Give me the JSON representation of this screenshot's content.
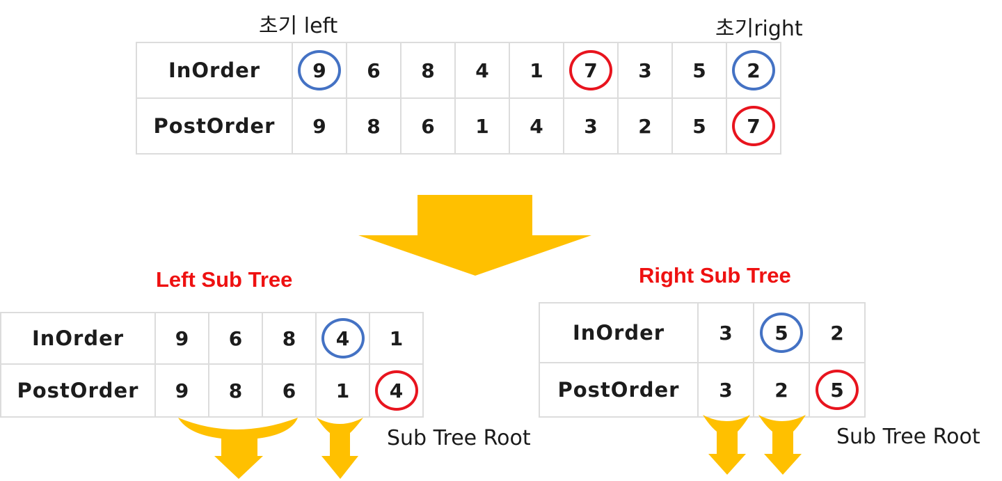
{
  "top": {
    "label_left": "초기 left",
    "label_right": "초기right",
    "rows": [
      {
        "header": "InOrder",
        "values": [
          "9",
          "6",
          "8",
          "4",
          "1",
          "7",
          "3",
          "5",
          "2"
        ],
        "marks": [
          "blue",
          "",
          "",
          "",
          "",
          "red",
          "",
          "",
          "blue"
        ]
      },
      {
        "header": "PostOrder",
        "values": [
          "9",
          "8",
          "6",
          "1",
          "4",
          "3",
          "2",
          "5",
          "7"
        ],
        "marks": [
          "",
          "",
          "",
          "",
          "",
          "",
          "",
          "",
          "red"
        ]
      }
    ]
  },
  "left_subtree": {
    "title": "Left Sub Tree",
    "rows": [
      {
        "header": "InOrder",
        "values": [
          "9",
          "6",
          "8",
          "4",
          "1"
        ],
        "marks": [
          "",
          "",
          "",
          "blue",
          ""
        ]
      },
      {
        "header": "PostOrder",
        "values": [
          "9",
          "8",
          "6",
          "1",
          "4"
        ],
        "marks": [
          "",
          "",
          "",
          "",
          "red"
        ]
      }
    ],
    "caption": "Sub Tree Root"
  },
  "right_subtree": {
    "title": "Right Sub Tree",
    "rows": [
      {
        "header": "InOrder",
        "values": [
          "3",
          "5",
          "2"
        ],
        "marks": [
          "",
          "blue",
          ""
        ]
      },
      {
        "header": "PostOrder",
        "values": [
          "3",
          "2",
          "5"
        ],
        "marks": [
          "",
          "",
          "red"
        ]
      }
    ],
    "caption": "Sub Tree Root"
  },
  "colors": {
    "arrow": "#ffc000",
    "root_circle": "#e8141e",
    "boundary_circle": "#4472c4",
    "title": "#ee1111"
  }
}
